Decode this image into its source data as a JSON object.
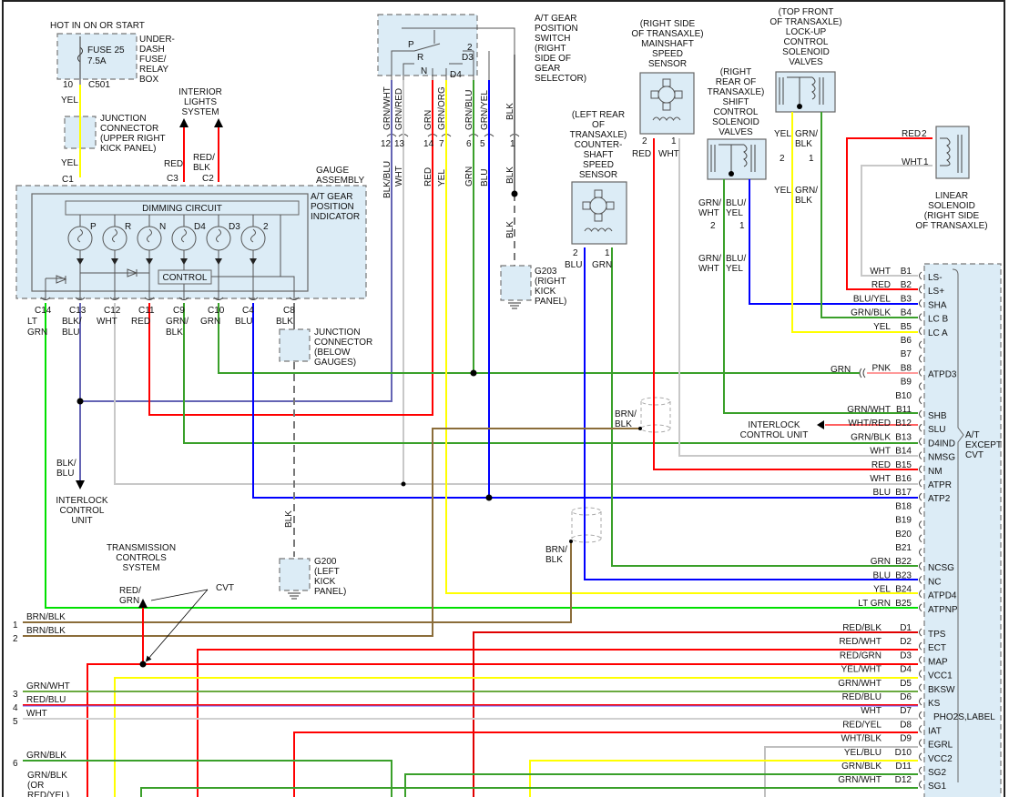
{
  "colors": {
    "red": "#ff0000",
    "yellow": "#ffff00",
    "green": "#3aa02a",
    "lt_green": "#00e000",
    "blue": "#0000ff",
    "white": "#c8c8c8",
    "blk_blu": "#6464b4",
    "brown": "#8b6d3a",
    "pink": "#ff9a9a",
    "black": "#606060",
    "box_fill": "#dcecf6"
  },
  "fuse_box": {
    "header": "HOT IN ON OR START",
    "fuse": "FUSE 25",
    "rating": "7.5A",
    "label": [
      "UNDER-",
      "DASH",
      "FUSE/",
      "RELAY",
      "BOX"
    ],
    "pin": "10",
    "connector": "C501",
    "wire_upper": "YEL",
    "wire_lower": "YEL"
  },
  "junction_upper": {
    "label": [
      "JUNCTION",
      "CONNECTOR",
      "(UPPER RIGHT",
      "KICK PANEL)"
    ]
  },
  "interior_lights": {
    "label": [
      "INTERIOR",
      "LIGHTS",
      "SYSTEM"
    ],
    "c3": "C3",
    "c3_wire": "RED",
    "c2": "C2",
    "c2_wire": [
      "RED/",
      "BLK"
    ]
  },
  "gauge": {
    "assembly": [
      "GAUGE",
      "ASSEMBLY"
    ],
    "indicator": [
      "A/T GEAR",
      "POSITION",
      "INDICATOR"
    ],
    "c1": "C1",
    "dimming": "DIMMING CIRCUIT",
    "control": "CONTROL",
    "bulbs": [
      "P",
      "R",
      "N",
      "D4",
      "D3",
      "2"
    ],
    "pins": [
      {
        "pin": "C14",
        "wire": [
          "LT",
          "GRN"
        ]
      },
      {
        "pin": "C13",
        "wire": [
          "BLK/",
          "BLU"
        ]
      },
      {
        "pin": "C12",
        "wire": [
          "WHT"
        ]
      },
      {
        "pin": "C11",
        "wire": [
          "RED"
        ]
      },
      {
        "pin": "C9",
        "wire": [
          "GRN/",
          "BLK"
        ]
      },
      {
        "pin": "C10",
        "wire": [
          "GRN"
        ]
      },
      {
        "pin": "C4",
        "wire": [
          "BLU"
        ]
      },
      {
        "pin": "C8",
        "wire": [
          "BLK"
        ]
      }
    ]
  },
  "junction_below": {
    "label": [
      "JUNCTION",
      "CONNECTOR",
      "(BELOW",
      "GAUGES)"
    ],
    "wire": "BLK"
  },
  "g200": {
    "label": [
      "G200",
      "(LEFT",
      "KICK",
      "PANEL)"
    ]
  },
  "interlock_left": {
    "wire": [
      "BLK/",
      "BLU"
    ],
    "label": [
      "INTERLOCK",
      "CONTROL",
      "UNIT"
    ]
  },
  "gear_switch": {
    "label": [
      "A/T GEAR",
      "POSITION",
      "SWITCH",
      "(RIGHT",
      "SIDE OF",
      "GEAR",
      "SELECTOR)"
    ],
    "positions": [
      "P",
      "R",
      "N",
      "D4",
      "D3",
      "2"
    ],
    "pins": [
      {
        "pin": "12",
        "upper": "GRN/WHT",
        "lower": "BLK/BLU"
      },
      {
        "pin": "13",
        "upper": "GRN/RED",
        "lower": "WHT"
      },
      {
        "pin": "14",
        "upper": "GRN",
        "lower": "RED"
      },
      {
        "pin": "7",
        "upper": "GRN/ORG",
        "lower": "YEL"
      },
      {
        "pin": "6",
        "upper": "GRN/BLU",
        "lower": "GRN"
      },
      {
        "pin": "5",
        "upper": "GRN/YEL",
        "lower": "BLU"
      },
      {
        "pin": "1",
        "upper": "BLK",
        "lower": "BLK"
      }
    ],
    "ground_wire": "BLK"
  },
  "g203": {
    "label": [
      "G203",
      "(RIGHT",
      "KICK",
      "PANEL)"
    ]
  },
  "countershaft": {
    "label": [
      "(LEFT REAR",
      "OF",
      "TRANSAXLE)",
      "COUNTER-",
      "SHAFT",
      "SPEED",
      "SENSOR"
    ],
    "pin2": "2",
    "pin1": "1",
    "wire2": "BLU",
    "wire1": "GRN"
  },
  "mainshaft": {
    "label": [
      "(RIGHT SIDE",
      "OF TRANSAXLE)",
      "MAINSHAFT",
      "SPEED",
      "SENSOR"
    ],
    "pin2": "2",
    "pin1": "1",
    "wire2": "RED",
    "wire1": "WHT"
  },
  "shift_solenoid": {
    "label": [
      "(RIGHT",
      "REAR OF",
      "TRANSAXLE)",
      "SHIFT",
      "CONTROL",
      "SOLENOID",
      "VALVES"
    ],
    "pin2": "2",
    "pin1": "1",
    "wire2": [
      "GRN/",
      "WHT"
    ],
    "wire1": [
      "BLU/",
      "YEL"
    ]
  },
  "lockup_solenoid": {
    "label": [
      "(TOP FRONT",
      "OF TRANSAXLE)",
      "LOCK-UP",
      "CONTROL",
      "SOLENOID",
      "VALVES"
    ],
    "pin2": "2",
    "pin1": "1",
    "wire2": "YEL",
    "wire1": [
      "GRN/",
      "BLK"
    ]
  },
  "linear_solenoid": {
    "label": [
      "LINEAR",
      "SOLENOID",
      "(RIGHT SIDE",
      "OF TRANSAXLE)"
    ],
    "pin2": "2",
    "pin1": "1",
    "wire2": "RED",
    "wire1": "WHT"
  },
  "ecm": {
    "label": [
      "A/T",
      "EXCEPT",
      "CVT"
    ],
    "b_pins": [
      {
        "pin": "B1",
        "wire": "WHT",
        "signal": "LS-"
      },
      {
        "pin": "B2",
        "wire": "RED",
        "signal": "LS+"
      },
      {
        "pin": "B3",
        "wire": "BLU/YEL",
        "signal": "SHA"
      },
      {
        "pin": "B4",
        "wire": "GRN/BLK",
        "signal": "LC B"
      },
      {
        "pin": "B5",
        "wire": "YEL",
        "signal": "LC A"
      },
      {
        "pin": "B6",
        "wire": "",
        "signal": ""
      },
      {
        "pin": "B7",
        "wire": "",
        "signal": ""
      },
      {
        "pin": "B8",
        "wire": "PNK",
        "signal": "ATPD3"
      },
      {
        "pin": "B9",
        "wire": "",
        "signal": ""
      },
      {
        "pin": "B10",
        "wire": "",
        "signal": ""
      },
      {
        "pin": "B11",
        "wire": "GRN/WHT",
        "signal": "SHB"
      },
      {
        "pin": "B12",
        "wire": "WHT/RED",
        "signal": "SLU"
      },
      {
        "pin": "B13",
        "wire": "GRN/BLK",
        "signal": "D4IND"
      },
      {
        "pin": "B14",
        "wire": "WHT",
        "signal": "NMSG"
      },
      {
        "pin": "B15",
        "wire": "RED",
        "signal": "NM"
      },
      {
        "pin": "B16",
        "wire": "WHT",
        "signal": "ATPR"
      },
      {
        "pin": "B17",
        "wire": "BLU",
        "signal": "ATP2"
      },
      {
        "pin": "B18",
        "wire": "",
        "signal": ""
      },
      {
        "pin": "B19",
        "wire": "",
        "signal": ""
      },
      {
        "pin": "B20",
        "wire": "",
        "signal": ""
      },
      {
        "pin": "B21",
        "wire": "",
        "signal": ""
      },
      {
        "pin": "B22",
        "wire": "GRN",
        "signal": "NCSG"
      },
      {
        "pin": "B23",
        "wire": "BLU",
        "signal": "NC"
      },
      {
        "pin": "B24",
        "wire": "YEL",
        "signal": "ATPD4"
      },
      {
        "pin": "B25",
        "wire": "LT GRN",
        "signal": "ATPNP"
      }
    ],
    "b8_wire_left": "GRN",
    "d_pins": [
      {
        "pin": "D1",
        "wire": "RED/BLK",
        "signal": "TPS"
      },
      {
        "pin": "D2",
        "wire": "RED/WHT",
        "signal": "ECT"
      },
      {
        "pin": "D3",
        "wire": "RED/GRN",
        "signal": "MAP"
      },
      {
        "pin": "D4",
        "wire": "YEL/WHT",
        "signal": "VCC1"
      },
      {
        "pin": "D5",
        "wire": "GRN/WHT",
        "signal": "BKSW"
      },
      {
        "pin": "D6",
        "wire": "RED/BLU",
        "signal": "KS"
      },
      {
        "pin": "D7",
        "wire": "WHT",
        "signal": "PHO2S,LABEL"
      },
      {
        "pin": "D8",
        "wire": "RED/YEL",
        "signal": "IAT"
      },
      {
        "pin": "D9",
        "wire": "WHT/BLK",
        "signal": "EGRL"
      },
      {
        "pin": "D10",
        "wire": "YEL/BLU",
        "signal": "VCC2"
      },
      {
        "pin": "D11",
        "wire": "GRN/BLK",
        "signal": "SG2"
      },
      {
        "pin": "D12",
        "wire": "GRN/WHT",
        "signal": "SG1"
      }
    ]
  },
  "interlock_right": {
    "label": [
      "INTERLOCK",
      "CONTROL UNIT"
    ]
  },
  "shield_upper": {
    "wire": [
      "BRN/",
      "BLK"
    ]
  },
  "shield_lower": {
    "wire": [
      "BRN/",
      "BLK"
    ]
  },
  "transmission_controls": {
    "label": [
      "TRANSMISSION",
      "CONTROLS",
      "SYSTEM"
    ],
    "wire": [
      "RED/",
      "GRN"
    ],
    "note": "CVT"
  },
  "left_wires": [
    {
      "num": "1",
      "wire": "BRN/BLK"
    },
    {
      "num": "2",
      "wire": "BRN/BLK"
    },
    {
      "num": "3",
      "wire": "GRN/WHT"
    },
    {
      "num": "4",
      "wire": "RED/BLU"
    },
    {
      "num": "5",
      "wire": "WHT"
    },
    {
      "num": "6",
      "wire": "GRN/BLK"
    }
  ],
  "left_bottom_wire": [
    "GRN/BLK",
    "(OR",
    "RED/YEL)"
  ]
}
